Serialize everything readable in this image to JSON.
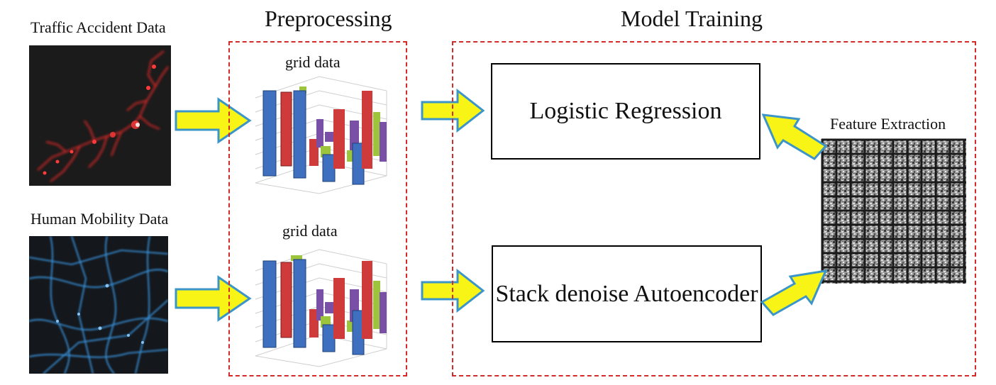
{
  "inputs": {
    "traffic_label": "Traffic Accident Data",
    "mobility_label": "Human Mobility Data"
  },
  "preprocessing": {
    "title": "Preprocessing",
    "grid_top_label": "grid data",
    "grid_bottom_label": "grid data"
  },
  "model_training": {
    "title": "Model Training",
    "logistic_label": "Logistic Regression",
    "autoencoder_label": "Stack denoise Autoencoder"
  },
  "features": {
    "label": "Feature Extraction"
  },
  "colors": {
    "dash_border": "#d42a2a",
    "arrow_fill": "#f7f416",
    "arrow_stroke": "#3b95c9",
    "bar_blue": "#3f6fbf",
    "bar_red": "#cf3a3a",
    "bar_green": "#9cc43c",
    "bar_purple": "#7a4fa6",
    "traffic_glow": "#ff2a2a",
    "mobility_glow": "#3fa9ff"
  }
}
